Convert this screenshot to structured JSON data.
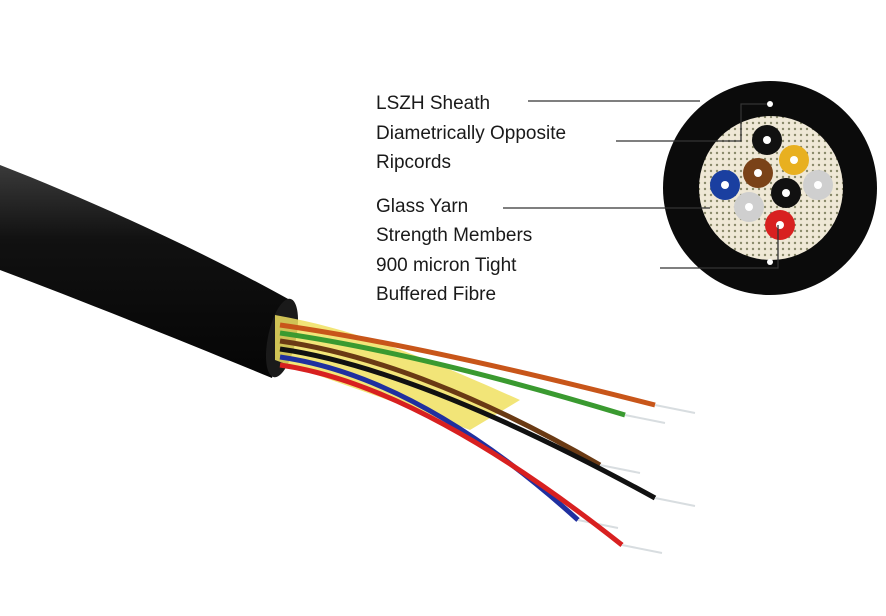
{
  "labels": {
    "sheath": "LSZH Sheath",
    "ripcords_1": "Diametrically Opposite",
    "ripcords_2": "Ripcords",
    "yarn_1": "Glass Yarn",
    "yarn_2": "Strength Members",
    "fibre_1": "900 micron Tight",
    "fibre_2": "Buffered Fibre"
  },
  "colors": {
    "sheath": "#0b0b0b",
    "yarn": "#efe8d6",
    "fibres": [
      "#111111",
      "#e8b020",
      "#7a4218",
      "#1a3fa0",
      "#111111",
      "#cfcfcf",
      "#cfcfcf",
      "#d82020"
    ],
    "strand_fibres": [
      "#c8561a",
      "#3a9a30",
      "#6a3a14",
      "#111111",
      "#2030a0",
      "#d82020"
    ]
  }
}
